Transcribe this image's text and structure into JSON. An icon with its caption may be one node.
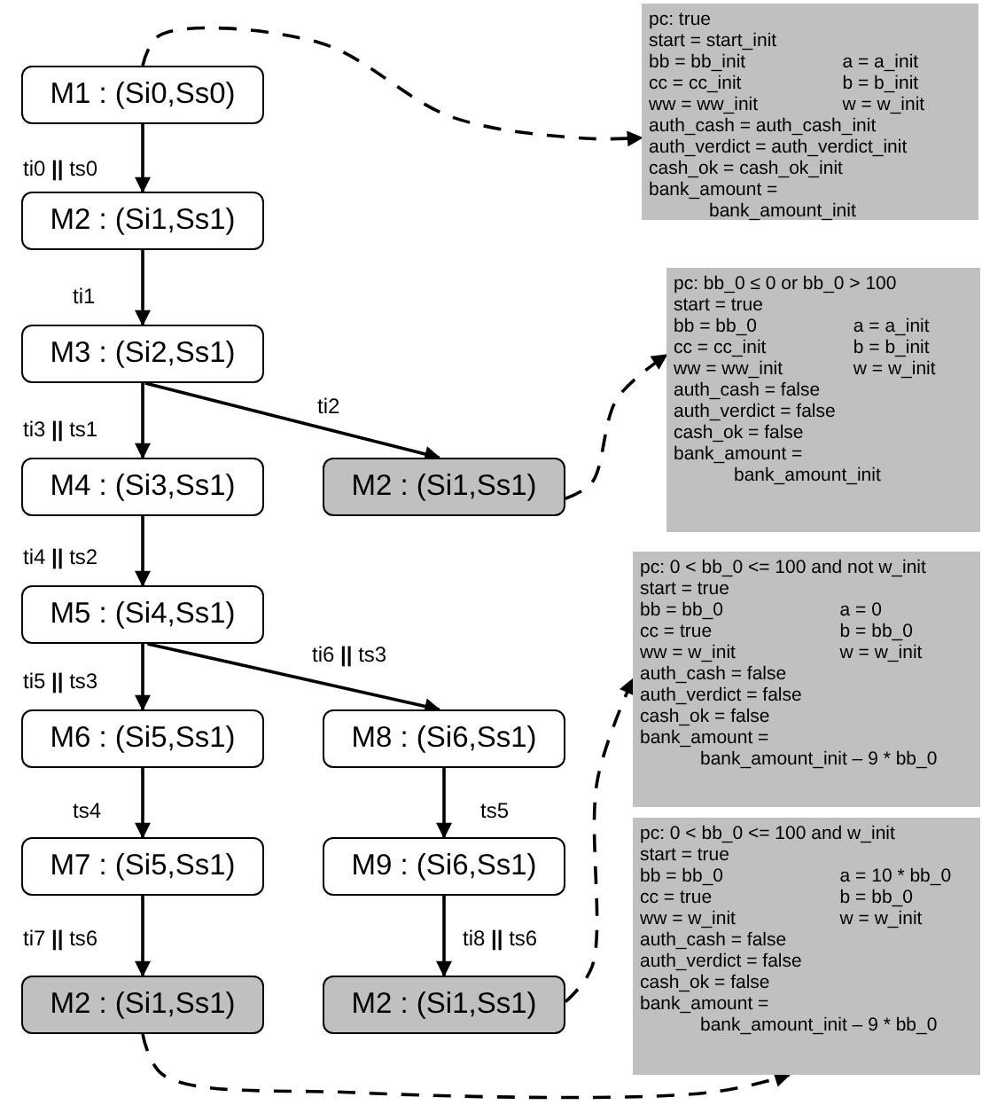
{
  "diagram": {
    "nodes": [
      {
        "text": [
          "M1 : (Si0,Ss0)"
        ]
      },
      {
        "text": [
          "M2 : (Si1,Ss1)"
        ]
      },
      {
        "text": [
          "M3 : (Si2,Ss1)"
        ]
      },
      {
        "text": [
          "M4 : (Si3,Ss1)"
        ]
      },
      {
        "text": [
          "M2 : (Si1,Ss1)"
        ]
      },
      {
        "text": [
          "M5 : (Si4,Ss1)"
        ]
      },
      {
        "text": [
          "M6 : (Si5,Ss1)"
        ]
      },
      {
        "text": [
          "M8 : (Si6,Ss1)"
        ]
      },
      {
        "text": [
          "M7 : (Si5,Ss1)"
        ]
      },
      {
        "text": [
          "M9 : (Si6,Ss1)"
        ]
      },
      {
        "text": [
          "M2 : (Si1,Ss1)"
        ]
      },
      {
        "text": [
          "M2 : (Si1,Ss1)"
        ]
      },
      {
        "text": [
          "pc: true",
          "start = start_init",
          "bb = bb_init",
          "a = a_init",
          "cc = cc_init",
          "b = b_init",
          "ww = ww_init",
          "w = w_init",
          "auth_cash = auth_cash_init",
          "auth_verdict = auth_verdict_init",
          "cash_ok = cash_ok_init",
          "bank_amount = bank_amount_init"
        ]
      },
      {
        "text": [
          "pc: bb_0 ≤ 0 or bb_0 > 100",
          "start = true",
          "bb = bb_0",
          "a = a_init",
          "cc = cc_init",
          "b = b_init",
          "ww = ww_init",
          "w = w_init",
          "auth_cash = false",
          "auth_verdict = false",
          "cash_ok = false",
          "bank_amount = bank_amount_init"
        ]
      },
      {
        "text": [
          "pc: 0 < bb_0 <= 100 and not w_init",
          "start = true",
          "bb = bb_0",
          "a = 0",
          "cc = true",
          "b = bb_0",
          "ww = w_init",
          "w = w_init",
          "auth_cash = false",
          "auth_verdict = false",
          "cash_ok = false",
          "bank_amount = bank_amount_init – 9 * bb_0"
        ]
      },
      {
        "text": [
          "pc: 0 < bb_0 <= 100 and w_init",
          "start = true",
          "bb = bb_0",
          "a = 10 * bb_0",
          "cc = true",
          "b = bb_0",
          "ww = w_init",
          "w = w_init",
          "auth_cash = false",
          "auth_verdict = false",
          "cash_ok = false",
          "bank_amount = bank_amount_init – 9 * bb_0"
        ]
      }
    ],
    "edges": [
      {
        "from": 0,
        "to": 1,
        "arrow": "to",
        "label": "ti0 **||** ts0"
      },
      {
        "from": 1,
        "to": 2,
        "arrow": "to",
        "label": "ti1"
      },
      {
        "from": 2,
        "to": 3,
        "arrow": "to",
        "label": "ti3 **||** ts1"
      },
      {
        "from": 2,
        "to": 4,
        "arrow": "to",
        "label": "ti2"
      },
      {
        "from": 3,
        "to": 5,
        "arrow": "to",
        "label": "ti4 **||** ts2"
      },
      {
        "from": 5,
        "to": 6,
        "arrow": "to",
        "label": "ti5 **||** ts3"
      },
      {
        "from": 5,
        "to": 7,
        "arrow": "to",
        "label": "ti6 **||** ts3"
      },
      {
        "from": 6,
        "to": 8,
        "arrow": "to",
        "label": "ts4"
      },
      {
        "from": 7,
        "to": 9,
        "arrow": "to",
        "label": "ts5"
      },
      {
        "from": 8,
        "to": 10,
        "arrow": "to",
        "label": "ti7 **||** ts6"
      },
      {
        "from": 9,
        "to": 11,
        "arrow": "to",
        "label": "ti8 **||** ts6"
      },
      {
        "from": 0,
        "to": 12,
        "arrow": "to",
        "style": "dashed"
      },
      {
        "from": 4,
        "to": 13,
        "arrow": "to",
        "style": "dashed"
      },
      {
        "from": 11,
        "to": 14,
        "arrow": "to",
        "style": "dashed"
      },
      {
        "from": 10,
        "to": 15,
        "arrow": "to",
        "style": "dashed"
      }
    ]
  }
}
